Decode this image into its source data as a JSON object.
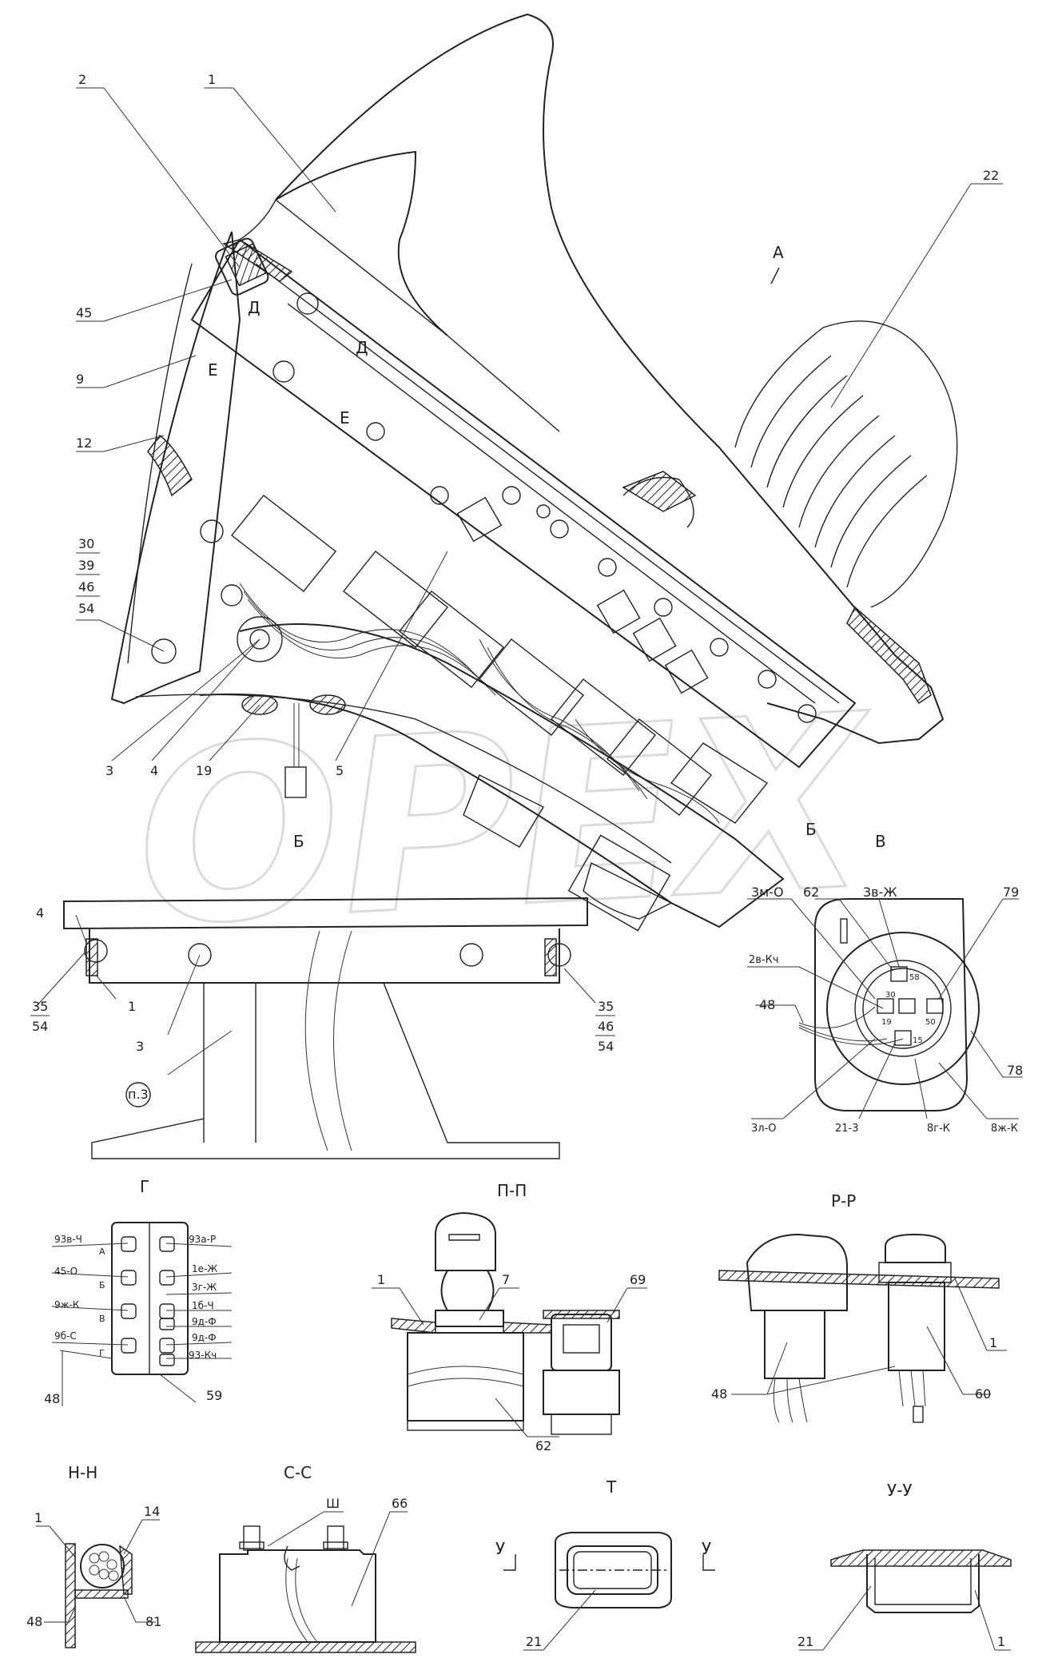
{
  "watermark": "ОРЕХ",
  "callouts_main": [
    "1",
    "2",
    "45",
    "9",
    "12",
    "30",
    "39",
    "46",
    "54",
    "3",
    "4",
    "19",
    "5",
    "22",
    "35",
    "46",
    "54",
    "1",
    "35",
    "54",
    "4",
    "3",
    "п.3"
  ],
  "section_marks": {
    "A": "А",
    "D": "Д",
    "E": "Е",
    "B": "Б",
    "V": "В"
  },
  "view_v": {
    "title": "В",
    "labels": [
      "3м-О",
      "62",
      "3в-Ж",
      "79",
      "2в-Кч",
      "48",
      "3л-О",
      "21-3",
      "8г-К",
      "8ж-К",
      "78"
    ],
    "pins": [
      "58",
      "30",
      "19",
      "50",
      "15"
    ]
  },
  "view_g": {
    "title": "Г",
    "left_wires": [
      "93в-Ч",
      "45-О",
      "9ж-К",
      "9б-С"
    ],
    "right_wires": [
      "93а-Р",
      "1е-Ж",
      "3г-Ж",
      "1б-Ч",
      "9д-Ф",
      "9д-Ф",
      "93-Кч"
    ],
    "rows": [
      "А",
      "Б",
      "В",
      "Г"
    ],
    "callouts": [
      "48",
      "59"
    ]
  },
  "section_pp": {
    "title": "П-П",
    "callouts": [
      "1",
      "7",
      "69",
      "62"
    ]
  },
  "section_rr": {
    "title": "Р-Р",
    "callouts": [
      "1",
      "48",
      "60"
    ]
  },
  "section_nn": {
    "title": "Н-Н",
    "callouts": [
      "1",
      "14",
      "48",
      "81"
    ]
  },
  "section_ss": {
    "title": "С-С",
    "callouts": [
      "Ш",
      "66"
    ]
  },
  "view_t": {
    "title": "Т",
    "callouts": [
      "21"
    ],
    "cut": "У"
  },
  "section_uu": {
    "title": "У-У",
    "callouts": [
      "21",
      "1"
    ]
  }
}
